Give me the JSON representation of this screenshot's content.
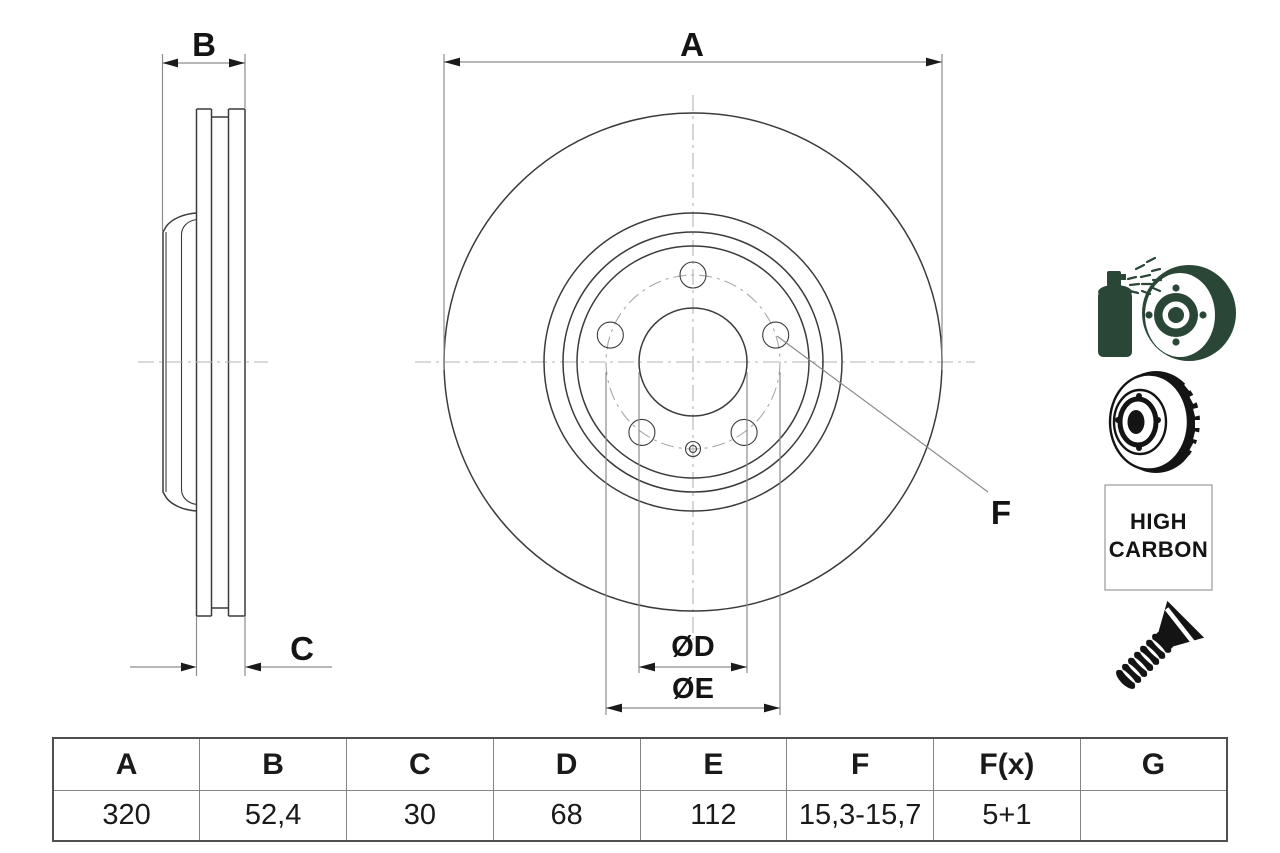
{
  "drawing": {
    "labels": {
      "overall_diameter": "A",
      "total_width": "B",
      "disc_thickness": "C",
      "bolt_hole": "F",
      "center_bore_diameter": "ØD",
      "pitch_circle_diameter": "ØE"
    },
    "colors": {
      "outline": "#3b3b3b",
      "dimension_line": "#8c8c8c",
      "centerline": "#b3b3b3",
      "text": "#141414",
      "icon_green": "#2a4637",
      "icon_black": "#141414",
      "table_border": "#858585",
      "background": "#ffffff"
    }
  },
  "icons": {
    "coated_disc_spray": "spray-can-coating-disc-icon",
    "vented_disc": "vented-brake-disc-icon",
    "screw": "countersunk-screw-icon",
    "high_carbon_badge": {
      "line1": "HIGH",
      "line2": "CARBON"
    }
  },
  "table": {
    "headers": [
      "A",
      "B",
      "C",
      "D",
      "E",
      "F",
      "F(x)",
      "G"
    ],
    "values": [
      "320",
      "52,4",
      "30",
      "68",
      "112",
      "15,3-15,7",
      "5+1",
      ""
    ]
  }
}
